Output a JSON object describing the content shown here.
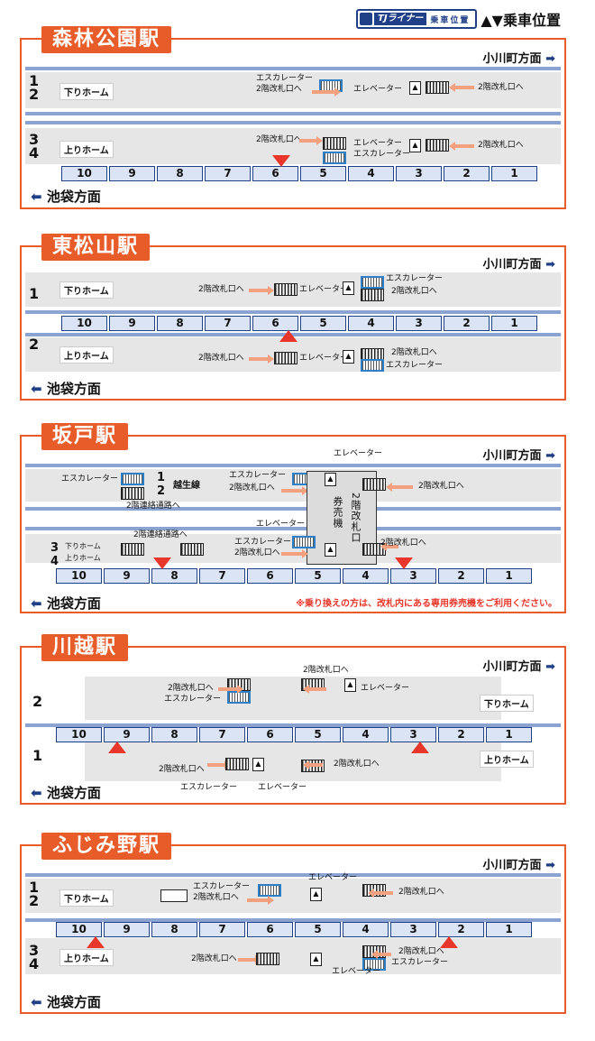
{
  "legend": {
    "badge_logo": "TJライナー",
    "badge_text": "乗車位置",
    "label": "▲▼乗車位置"
  },
  "cars": [
    "10",
    "9",
    "8",
    "7",
    "6",
    "5",
    "4",
    "3",
    "2",
    "1"
  ],
  "stations": [
    {
      "title": "森林公園駅",
      "dir_right": "小川町方面",
      "dir_left": "池袋方面",
      "track_top": "1\n2",
      "track_bottom": "3\n4",
      "plat_top": "下りホーム",
      "plat_bottom": "上りホーム",
      "labels": {
        "esc": "エスカレーター",
        "kaisatsu": "2階改札口へ",
        "elev": "エレベーター",
        "kaisatsu2": "2階改札口へ"
      }
    },
    {
      "title": "東松山駅",
      "dir_right": "小川町方面",
      "dir_left": "池袋方面",
      "track_top": "1",
      "track_bottom": "2",
      "plat_top": "下りホーム",
      "plat_bottom": "上りホーム",
      "labels": {
        "kaisatsu": "2階改札口へ",
        "elev": "エレベーター",
        "esc": "エスカレーター",
        "kaisatsu2": "2階改札口へ"
      }
    },
    {
      "title": "坂戸駅",
      "dir_right": "小川町方面",
      "dir_left": "池袋方面",
      "track_top": "1\n2",
      "track_bottom": "3\n4",
      "ogose": "越生線",
      "plat_top": "下りホーム",
      "plat_bottom": "上りホーム",
      "labels": {
        "esc": "エスカレーター",
        "kaisatsu": "2階改札口へ",
        "elev": "エレベーター",
        "renraku": "2階連絡通路へ",
        "kenbaiki": "券売機",
        "kaisatsu_v": "2階改札口"
      },
      "note": "※乗り換えの方は、改札内にある専用券売機をご利用ください。"
    },
    {
      "title": "川越駅",
      "dir_right": "小川町方面",
      "dir_left": "池袋方面",
      "track_top": "2",
      "track_bottom": "1",
      "plat_top": "下りホーム",
      "plat_bottom": "上りホーム",
      "labels": {
        "kaisatsu": "2階改札口へ",
        "esc": "エスカレーター",
        "elev": "エレベーター"
      }
    },
    {
      "title": "ふじみ野駅",
      "dir_right": "小川町方面",
      "dir_left": "池袋方面",
      "track_top": "1\n2",
      "track_bottom": "3\n4",
      "plat_top": "下りホーム",
      "plat_bottom": "上りホーム",
      "labels": {
        "esc": "エスカレーター",
        "kaisatsu": "2階改札口へ",
        "elev": "エレベーター"
      }
    }
  ]
}
